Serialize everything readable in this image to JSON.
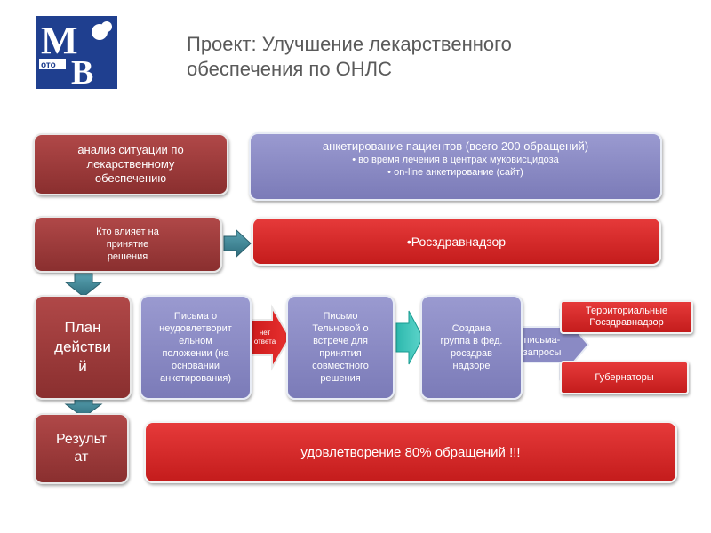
{
  "logo": {
    "text_top": "М",
    "text_sub": "ото",
    "text_b": "В"
  },
  "title": "Проект: Улучшение лекарственного\nобеспечения по ОНЛС",
  "steps": {
    "analysis": "анализ ситуации по\nлекарственному\nобеспечению",
    "survey": {
      "main": "анкетирование пациентов (всего 200 обращений)",
      "bullets": [
        "• во время лечения в центрах муковисцидоза",
        "•   on-line анкетирование (сайт)"
      ]
    },
    "who_influences": "Кто влияет на\nпринятие\nрешения",
    "roszdravnadzor": "•Росздравнадзор",
    "plan": "План\nдействи\nй",
    "letters_unsatisfactory": "Письма о\nнеудовлетворит\nельном\nположении (на\nосновании\nанкетирования)",
    "no_reply": "нет\nответа",
    "letters_telnova": "Письмо\nТельновой о\nвстрече для\nпринятия\nсовместного\nрешения",
    "group_created": "Создана\nгруппа в фед.\nросздрав\nнадзоре",
    "request_letters": "письма-\nзапросы",
    "territorial": "Территориальные\nРосздравнадзор",
    "governors": "Губернаторы",
    "result": "Результ\nат",
    "satisfaction": "удовлетворение 80% обращений !!!"
  },
  "colors": {
    "maroon": "#9c3b3b",
    "red": "#d32626",
    "purple": "#8a8ac4",
    "arrow_teal": "#3a7f8f",
    "arrow_teal_light": "#33c2b8",
    "logo_blue": "#1f3f8f"
  }
}
